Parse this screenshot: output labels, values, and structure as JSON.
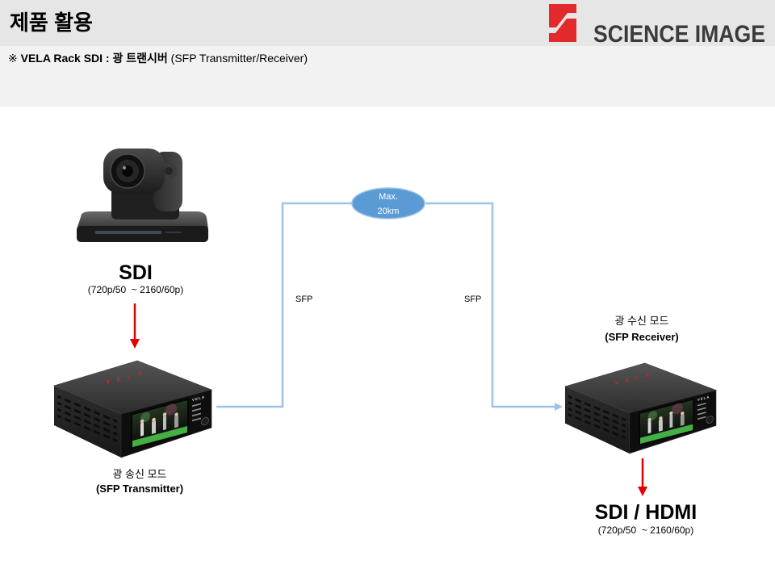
{
  "header": {
    "title": "제품 활용",
    "logo": {
      "icon": "science-image-logo-icon",
      "text": "SCIENCE IMAGE"
    }
  },
  "subtitle": {
    "mark": "※",
    "product": "VELA Rack SDI : 광 트랜시버",
    "detail": "(SFP Transmitter/Receiver)"
  },
  "diagram": {
    "source": {
      "icon": "ptz-camera-icon",
      "signal": "SDI",
      "range": "(720p/50  ~ 2160/60p)"
    },
    "transmitter": {
      "icon": "vela-rack-device-icon",
      "brand": "VELA",
      "mode": "광 송신 모드",
      "name": "(SFP Transmitter)"
    },
    "fiber_link": {
      "distance": [
        "Max.",
        "20km"
      ],
      "left_port": "SFP",
      "right_port": "SFP"
    },
    "receiver": {
      "icon": "vela-rack-device-icon",
      "brand": "VELA",
      "mode": "광 수신 모드",
      "name": "(SFP Receiver)"
    },
    "output": {
      "signal": "SDI / HDMI",
      "range": "(720p/50  ~ 2160/60p)"
    }
  },
  "colors": {
    "header_bg": "#e6e6e6",
    "subheader_bg": "#f2f2f2",
    "logo_red": "#e2292b",
    "logo_text": "#3b3b3b",
    "fiber_line": "#9dc3e6",
    "distance_bubble": "#5b9bd5",
    "signal_arrow": "#e00000"
  }
}
